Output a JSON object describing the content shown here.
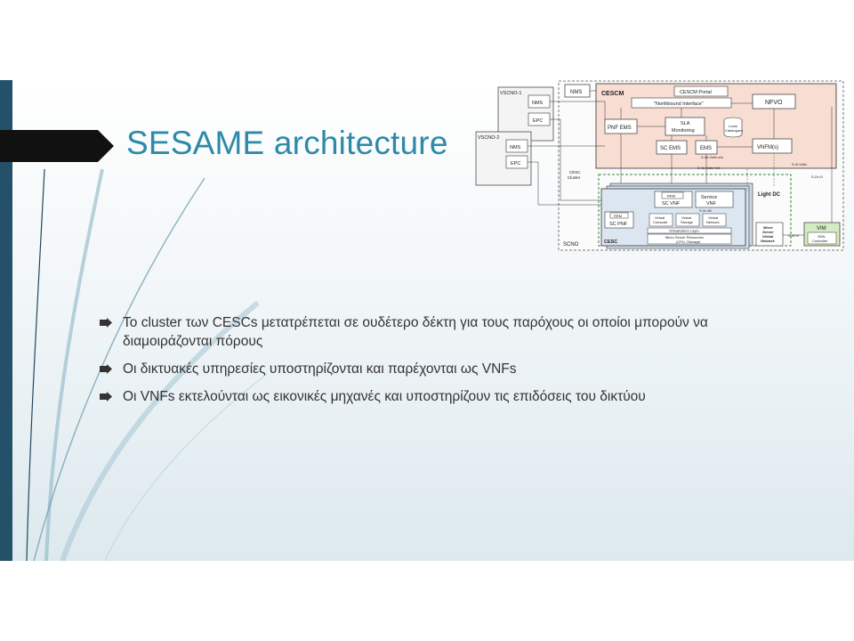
{
  "slide": {
    "title": "SESAME architecture",
    "bullets": [
      "Το cluster των CESCs μετατρέπεται σε ουδέτερο δέκτη για τους παρόχους οι οποίοι μπορούν να διαμοιράζονται πόρους",
      "Οι δικτυακές υπηρεσίες υποστηρίζονται και παρέχονται ως VNFs",
      "Οι VNFs εκτελούνται ως εικονικές μηχανές και υποστηρίζουν τις επιδόσεις του δικτύου"
    ]
  },
  "diagram": {
    "vscno1": "VSCNO-1",
    "vscno2": "VSCNO-2",
    "nms": "NMS",
    "epc": "EPC",
    "cescm": "CESCM",
    "cescm_portal": "CESCM Portal",
    "northbound": "\"Northbound Interface\"",
    "nfvo": "NFVO",
    "pnf_ems": "PNF EMS",
    "sla_1": "SLA",
    "sla_2": "Monitoring",
    "catalogues_1": "Local",
    "catalogues_2": "Catalogues",
    "sc_ems": "SC EMS",
    "ems": "EMS",
    "vnfm": "VNFM(s)",
    "vi_vnfm": "S-Vi-Vnfm",
    "ve_vnfm_vnf": "S-Ve-Vnfm-Vnf",
    "ve_vnfm_em": "S-Ve-Vnfm-em",
    "cesc_cluster_1": "CESC",
    "cesc_cluster_2": "Cluster",
    "rrm": "RRM",
    "sc_vnf": "SC VNF",
    "service_vnf_1": "Service",
    "service_vnf_2": "VNF",
    "vn_nf": "S-Vn-Nf",
    "light_dc": "Light DC",
    "or_vi": "S-Or-Vi",
    "sc_pnf": "SC PNF",
    "virtual_compute": [
      "Virtual",
      "Compute"
    ],
    "virtual_storage": [
      "Virtual",
      "Storage"
    ],
    "virtual_network": [
      "Virtual",
      "Network"
    ],
    "virtualisation_layer": "Virtualisation Layer",
    "micro_server_1": "Micro Server Resources",
    "micro_server_2": "(CPU, Storage)",
    "micro_server_vn": [
      "Micro",
      "Server",
      "Virtual",
      "Network"
    ],
    "nf_vi": "S-Nf-Vi",
    "vim": "VIM",
    "sdn_1": "SDN",
    "sdn_2": "Controller",
    "cesc": "CESC",
    "scno": "SCNO"
  },
  "colors": {
    "title": "#2e8aa8",
    "left_bar": "#24506a",
    "cescm_fill": "#f8ddd3",
    "vim_fill": "#d4ecc2",
    "cesc_fill": "#dbe6f1",
    "green_dashed": "#2f8a3a"
  },
  "icons": {
    "bullet": "arrow-bullet-icon"
  }
}
